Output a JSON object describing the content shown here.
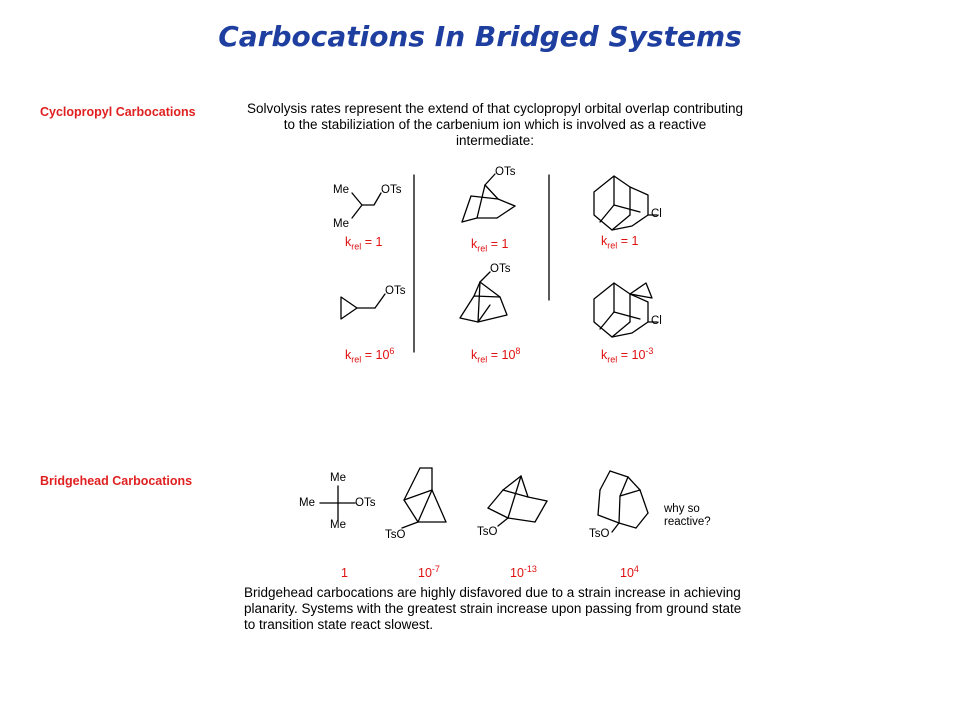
{
  "page_title": "Carbocations In Bridged Systems",
  "section1": {
    "heading": "Cyclopropyl Carbocations",
    "description": "Solvolysis rates represent the extend of that cyclopropyl orbital overlap contributing to the stabiliziation of the carbenium ion which is involved as a reactive intermediate:",
    "labels": {
      "me": "Me",
      "ots": "OTs",
      "cl": "Cl"
    },
    "rates": [
      {
        "k": "k",
        "sub": "rel",
        "eq": " = 1",
        "sup": ""
      },
      {
        "k": "k",
        "sub": "rel",
        "eq": " = 1",
        "sup": ""
      },
      {
        "k": "k",
        "sub": "rel",
        "eq": " = 1",
        "sup": ""
      },
      {
        "k": "k",
        "sub": "rel",
        "eq": " = 10",
        "sup": "6"
      },
      {
        "k": "k",
        "sub": "rel",
        "eq": " = 10",
        "sup": "8"
      },
      {
        "k": "k",
        "sub": "rel",
        "eq": " = 10",
        "sup": "-3"
      }
    ]
  },
  "section2": {
    "heading": "Bridgehead Carbocations",
    "labels": {
      "me": "Me",
      "ots": "OTs",
      "tso": "TsO",
      "why": "why so reactive?"
    },
    "rates": [
      {
        "base": "1",
        "sup": ""
      },
      {
        "base": "10",
        "sup": "-7"
      },
      {
        "base": "10",
        "sup": "-13"
      },
      {
        "base": "10",
        "sup": "4"
      }
    ],
    "description": "Bridgehead carbocations are highly disfavored due to a strain increase in achieving planarity. Systems with the greatest strain increase upon passing from ground state to transition state react slowest."
  }
}
